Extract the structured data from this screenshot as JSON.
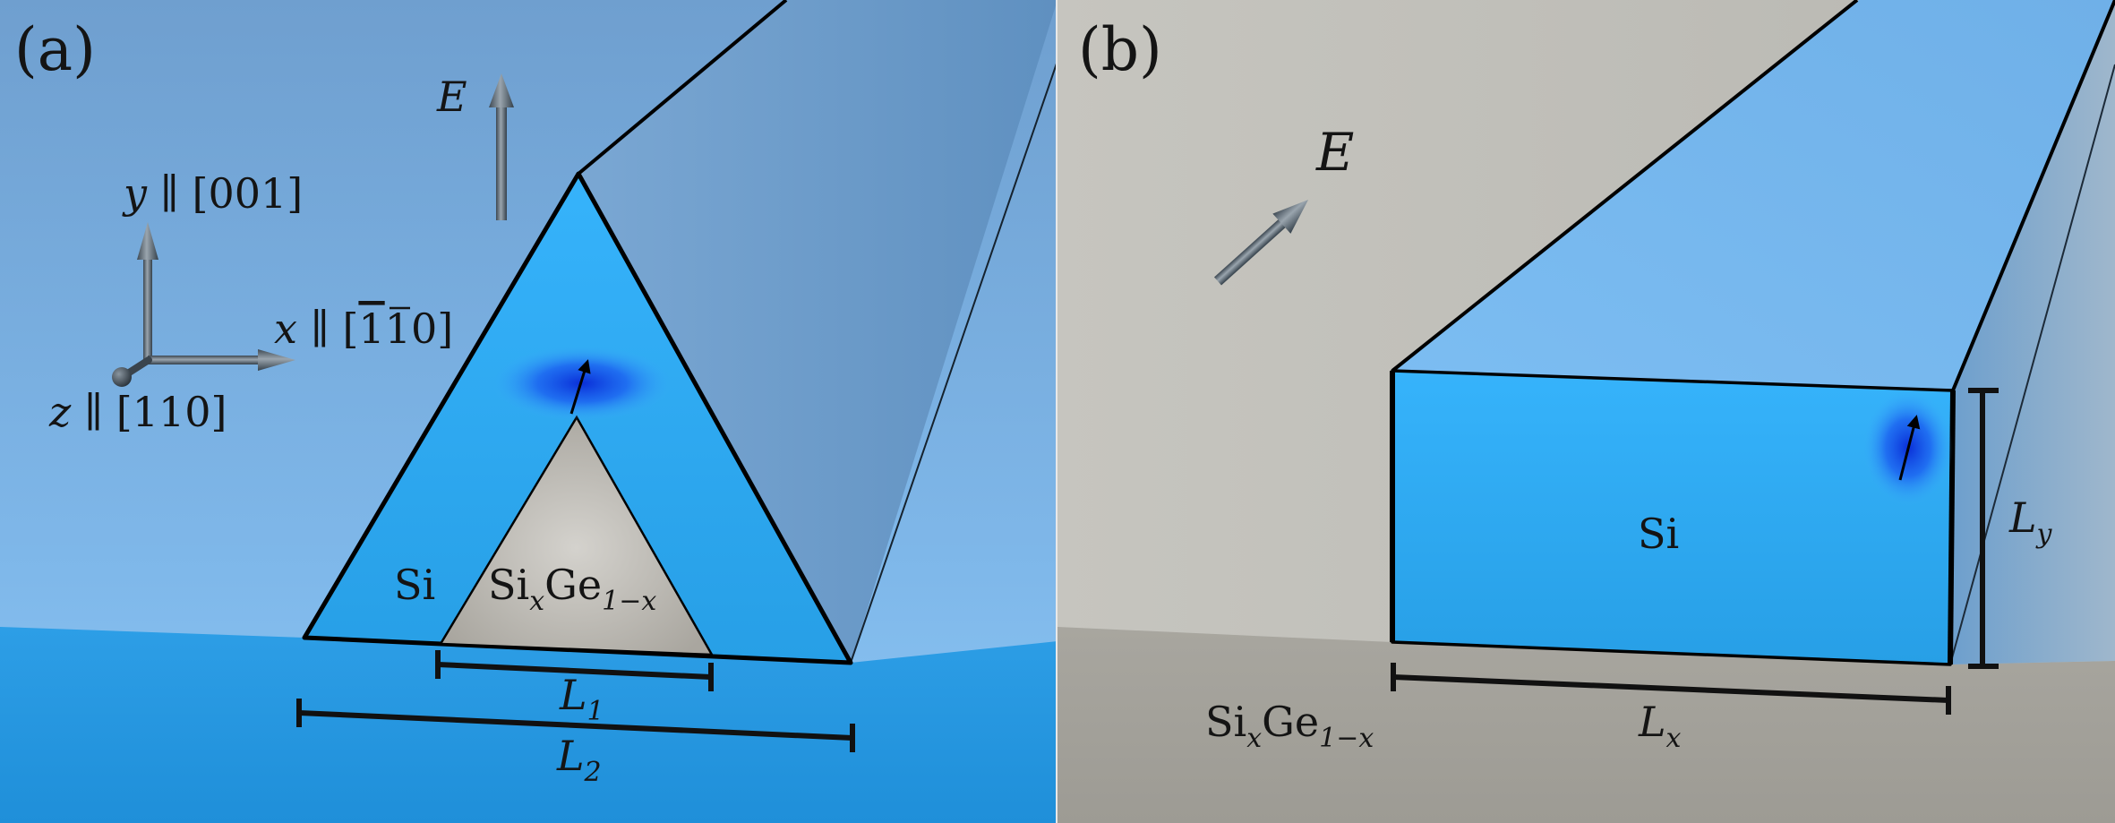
{
  "panel_a": {
    "label": "(a)",
    "field": {
      "symbol": "E"
    },
    "axes": {
      "y": {
        "name": "y",
        "sep": " ∥ ",
        "dir": "[001]"
      },
      "x": {
        "name": "x",
        "sep": " ∥ [",
        "bar": "1",
        "rest": "10]"
      },
      "z": {
        "name": "z",
        "sep": " ∥ ",
        "dir": "[110]"
      }
    },
    "shell": "Si",
    "core": {
      "a": "Si",
      "x": "x",
      "b": "Ge",
      "sub": "1−x"
    },
    "dim_inner": {
      "symbol": "L",
      "sub": "1"
    },
    "dim_outer": {
      "symbol": "L",
      "sub": "2"
    }
  },
  "panel_b": {
    "label": "(b)",
    "field": {
      "symbol": "E"
    },
    "wire": "Si",
    "substrate": {
      "a": "Si",
      "x": "x",
      "b": "Ge",
      "sub": "1−x"
    },
    "dim_width": {
      "symbol": "L",
      "sub": "x"
    },
    "dim_height": {
      "symbol": "L",
      "sub": "y"
    }
  },
  "colors": {
    "si": "#29a8f2",
    "sige": "#a9a69f",
    "background_a": "#78aee0",
    "background_b": "#c2c1bb",
    "outline": "#000000"
  }
}
